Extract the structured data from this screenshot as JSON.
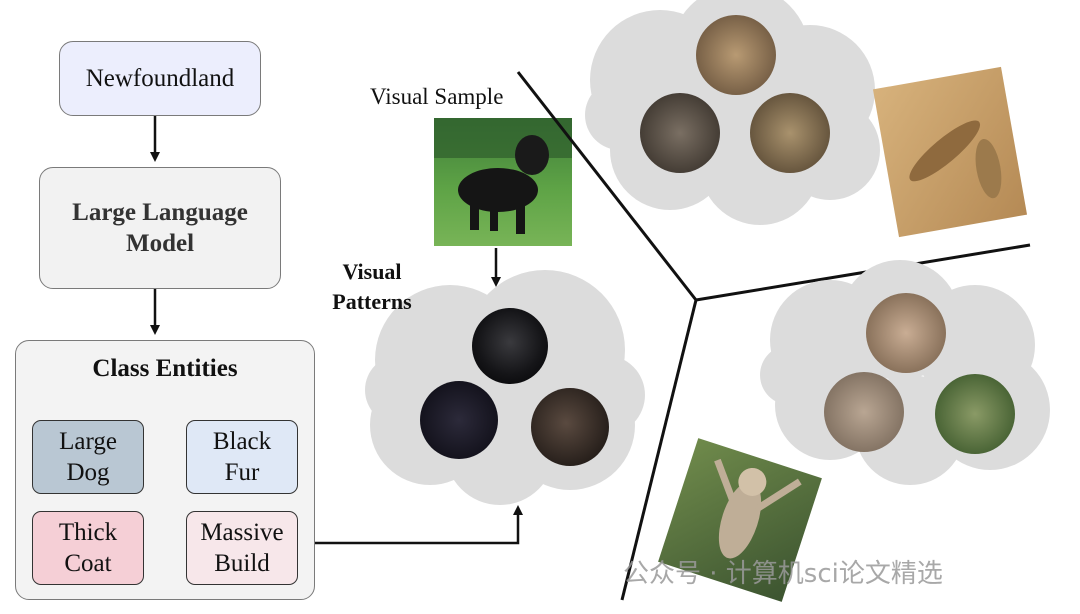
{
  "input_node": {
    "label": "Newfoundland"
  },
  "llm_node": {
    "label_line1": "Large Language",
    "label_line2": "Model"
  },
  "class_entities": {
    "title": "Class Entities",
    "items": [
      {
        "line1": "Large",
        "line2": "Dog"
      },
      {
        "line1": "Black",
        "line2": "Fur"
      },
      {
        "line1": "Thick",
        "line2": "Coat"
      },
      {
        "line1": "Massive",
        "line2": "Build"
      }
    ]
  },
  "visual_sample_label": "Visual Sample",
  "visual_patterns_label": {
    "line1": "Visual",
    "line2": "Patterns"
  },
  "watermark": {
    "text": "公众号 · 计算机sci论文精选"
  },
  "colors": {
    "input_fill": "#eceefd",
    "llm_fill": "#f2f2f2",
    "cloud_fill": "#dcdcdc",
    "chip_large_dog": "#b9c7d3",
    "chip_black_fur": "#dfe8f6",
    "chip_thick_coat": "#f5cfd6",
    "chip_massive_build": "#f7e7ea"
  }
}
